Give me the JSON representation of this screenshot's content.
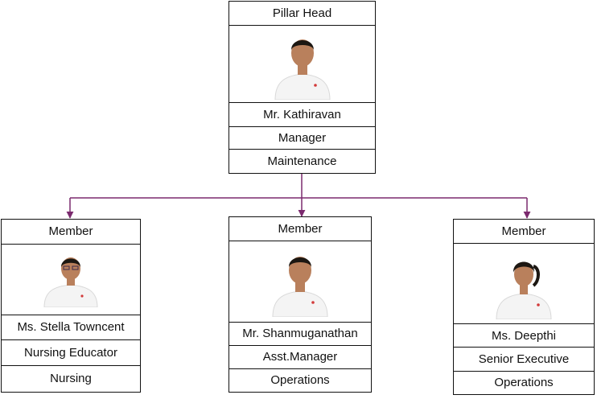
{
  "head": {
    "role": "Pillar Head",
    "name": "Mr. Kathiravan",
    "title": "Manager",
    "department": "Maintenance"
  },
  "members": [
    {
      "role": "Member",
      "name": "Ms. Stella Towncent",
      "title": "Nursing Educator",
      "department": "Nursing"
    },
    {
      "role": "Member",
      "name": "Mr. Shanmuganathan",
      "title": "Asst.Manager",
      "department": "Operations"
    },
    {
      "role": "Member",
      "name": "Ms. Deepthi",
      "title": "Senior Executive",
      "department": "Operations"
    }
  ],
  "colors": {
    "connector": "#7b2a6e",
    "border": "#111111",
    "shirt": "#f4f4f4",
    "skin": "#b9805c",
    "hair": "#1c1712"
  }
}
